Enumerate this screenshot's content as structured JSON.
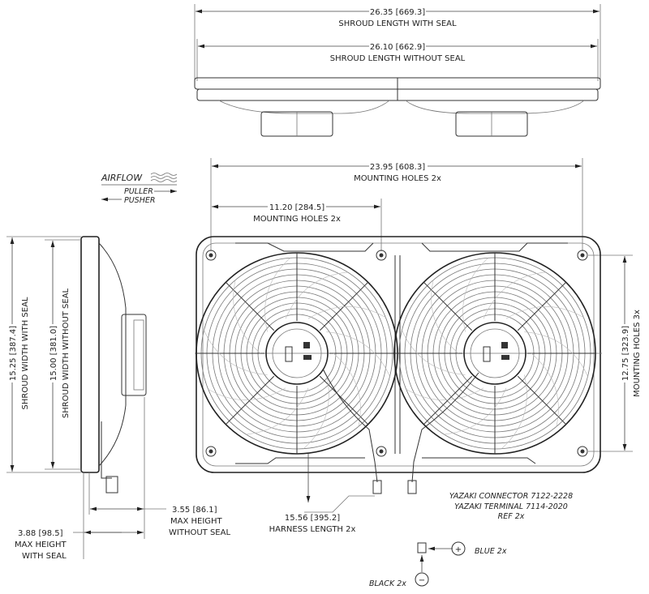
{
  "airflow": {
    "label": "AIRFLOW",
    "puller": "PULLER",
    "pusher": "PUSHER"
  },
  "dimensions": {
    "shroud_length_with_seal": {
      "value": "26.35 [669.3]",
      "label": "SHROUD LENGTH WITH SEAL"
    },
    "shroud_length_without_seal": {
      "value": "26.10 [662.9]",
      "label": "SHROUD LENGTH WITHOUT SEAL"
    },
    "mounting_holes_wide": {
      "value": "23.95 [608.3]",
      "label": "MOUNTING HOLES 2x"
    },
    "mounting_holes_center": {
      "value": "11.20 [284.5]",
      "label": "MOUNTING HOLES 2x"
    },
    "mounting_holes_vertical": {
      "value": "12.75 [323.9]",
      "label": "MOUNTING HOLES 3x"
    },
    "shroud_width_with_seal": {
      "value": "15.25 [387.4]",
      "label": "SHROUD WIDTH WITH SEAL"
    },
    "shroud_width_without_seal": {
      "value": "15.00 [381.0]",
      "label": "SHROUD WIDTH WITHOUT SEAL"
    },
    "max_height_without_seal": {
      "value": "3.55 [86.1]",
      "label1": "MAX HEIGHT",
      "label2": "WITHOUT SEAL"
    },
    "max_height_with_seal": {
      "value": "3.88 [98.5]",
      "label1": "MAX HEIGHT",
      "label2": "WITH SEAL"
    },
    "harness_length": {
      "value": "15.56 [395.2]",
      "label": "HARNESS LENGTH 2x"
    }
  },
  "connector": {
    "line1": "YAZAKI CONNECTOR 7122-2228",
    "line2": "YAZAKI TERMINAL 7114-2020",
    "line3": "REF 2x",
    "positive_symbol": "+",
    "negative_symbol": "−",
    "blue": "BLUE 2x",
    "black": "BLACK 2x"
  }
}
